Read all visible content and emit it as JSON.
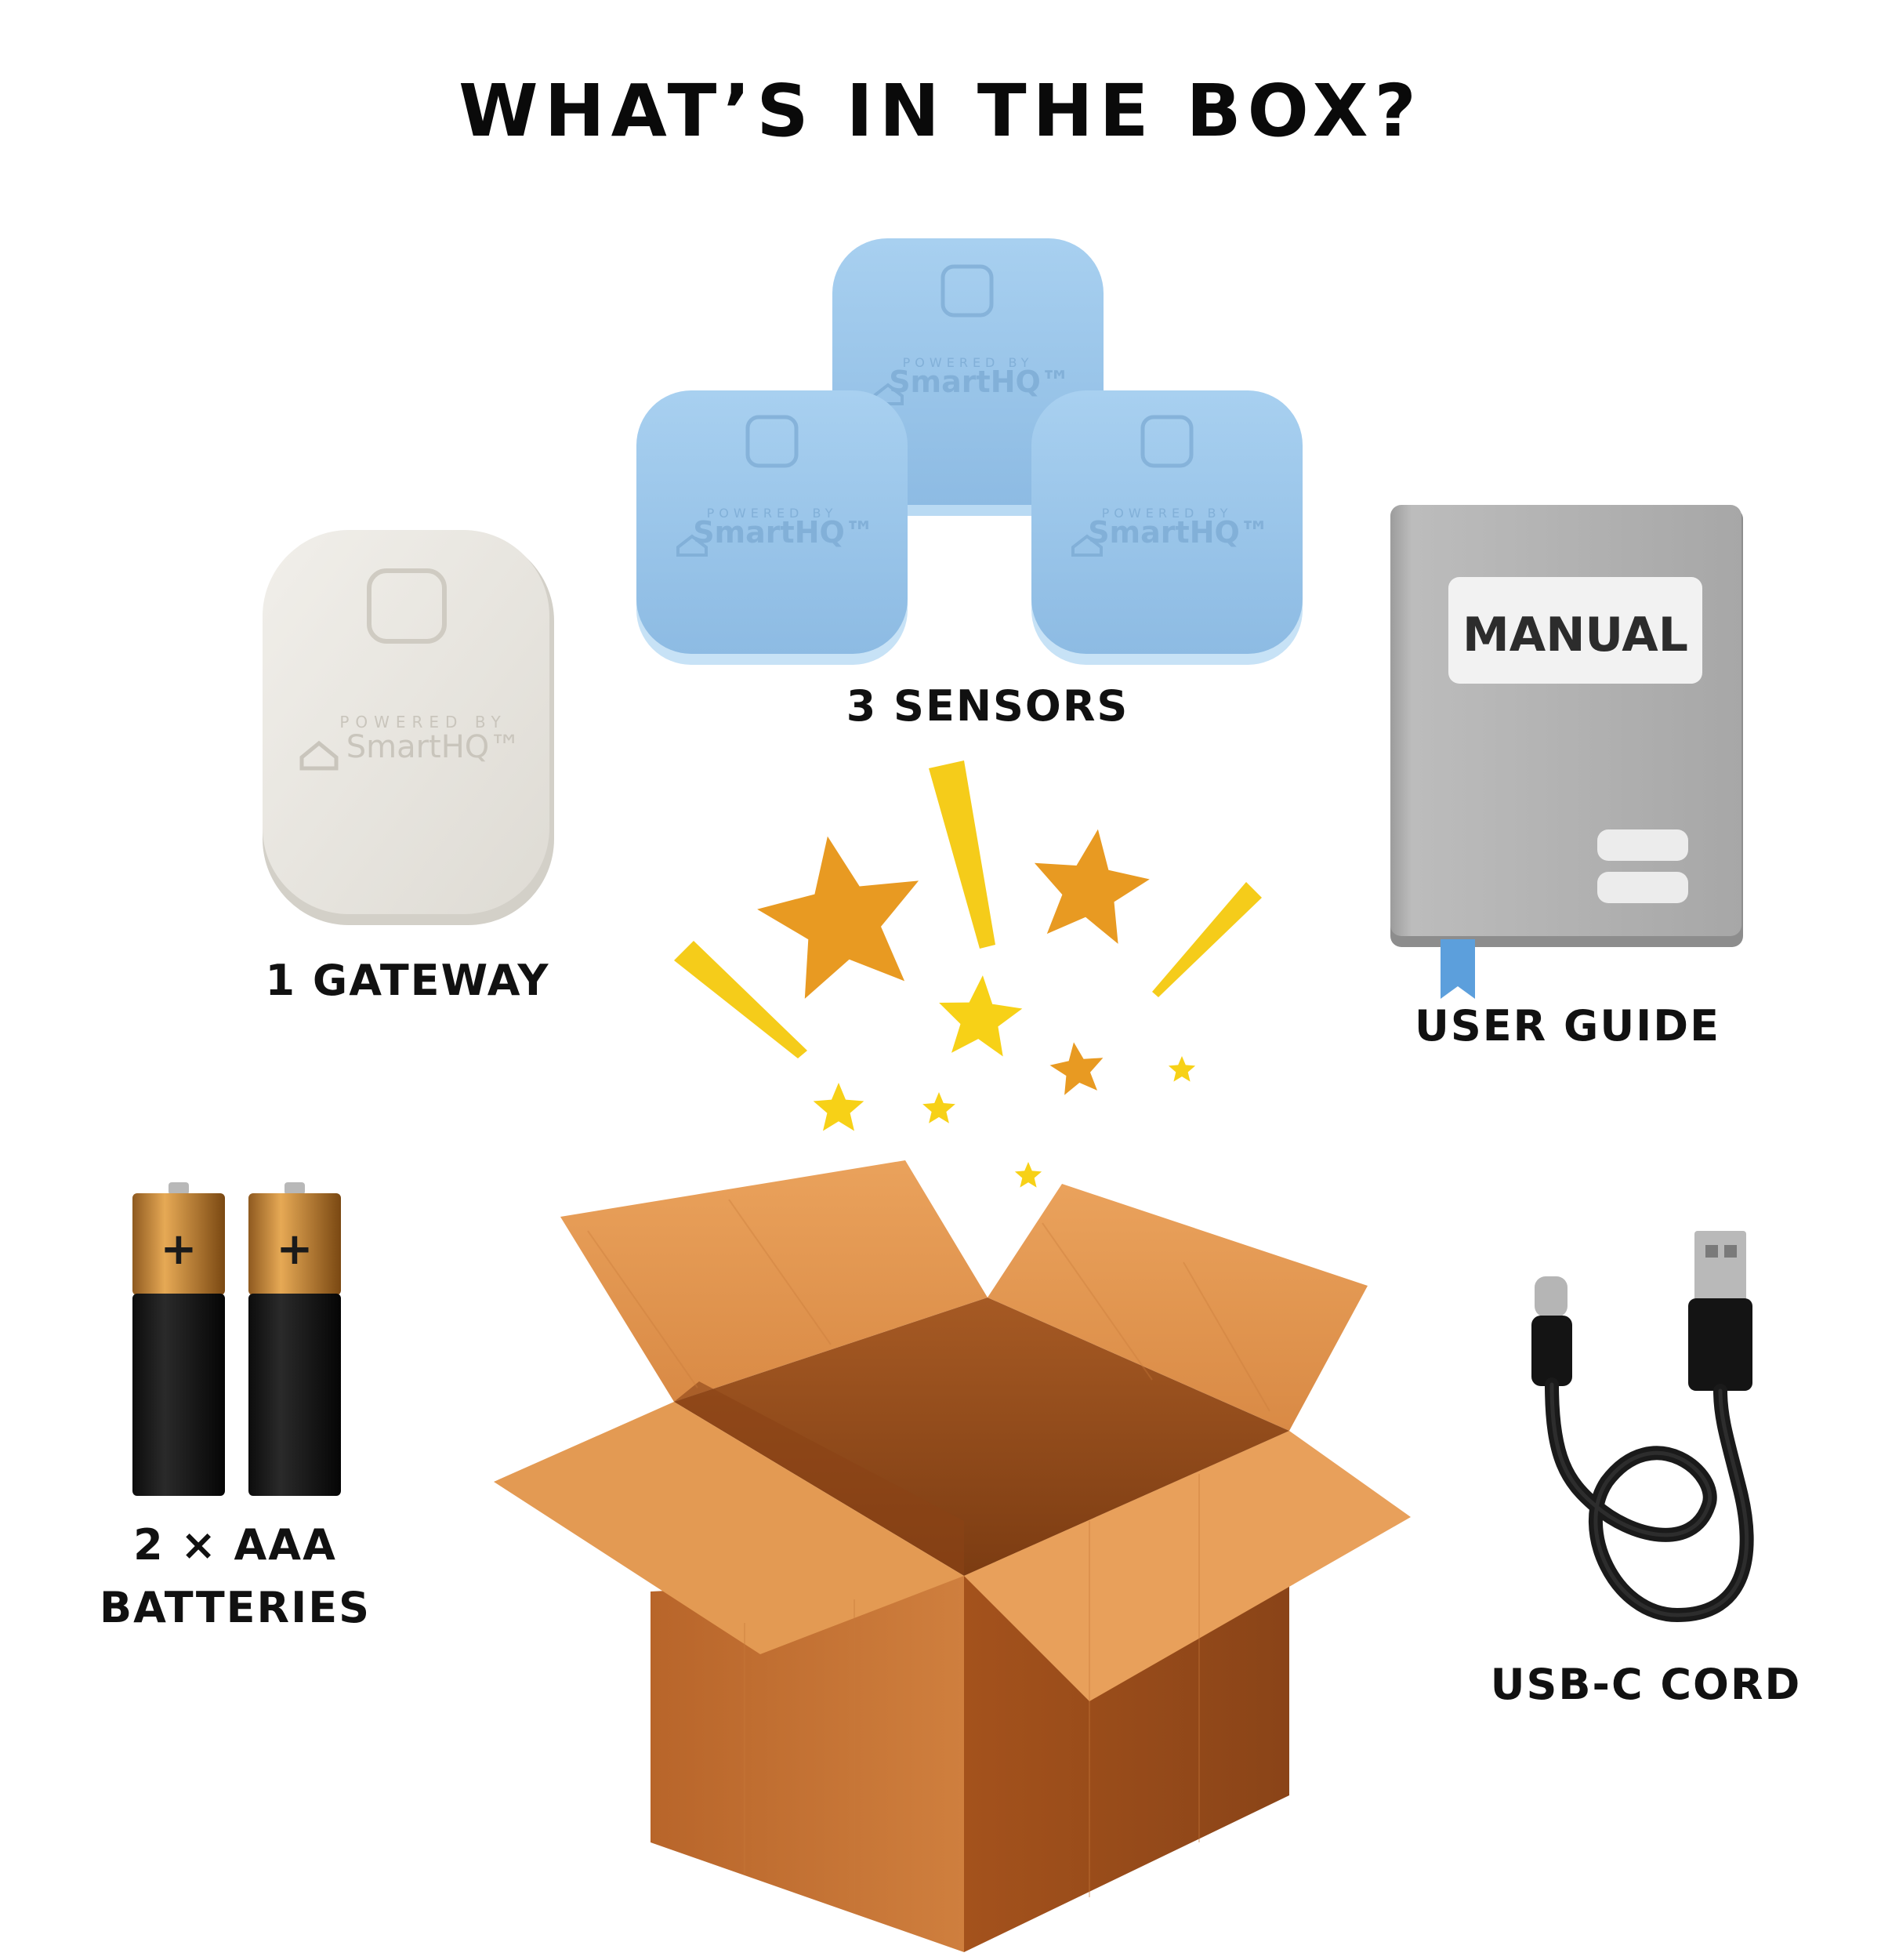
{
  "heading": "WHAT’S IN THE BOX?",
  "items": {
    "gateway": {
      "label": "1 GATEWAY",
      "brand_small": "POWERED BY",
      "brand": "SmartHQ™"
    },
    "sensors": {
      "label": "3 SENSORS",
      "brand_small": "POWERED BY",
      "brand": "SmartHQ™"
    },
    "manual": {
      "label": "USER GUIDE",
      "cover_text": "MANUAL"
    },
    "batteries": {
      "label_line1": "2 × AAA",
      "label_line2": "BATTERIES",
      "plus_sign": "+"
    },
    "cable": {
      "label": "USB-C CORD"
    }
  },
  "icons": {
    "gateway": "gateway-device-icon",
    "sensor": "sensor-tile-icon",
    "manual": "manual-book-icon",
    "battery": "aaa-battery-icon",
    "cable": "usb-c-cable-icon",
    "box": "open-cardboard-box-icon",
    "stars": "burst-stars-icon"
  },
  "colors": {
    "sensor_blue": "#9cc7ea",
    "gateway_white": "#ebe9e4",
    "manual_gray": "#a9a9a9",
    "box_brown": "#d98a45",
    "star_orange": "#e89a22",
    "star_yellow": "#f7d117"
  }
}
